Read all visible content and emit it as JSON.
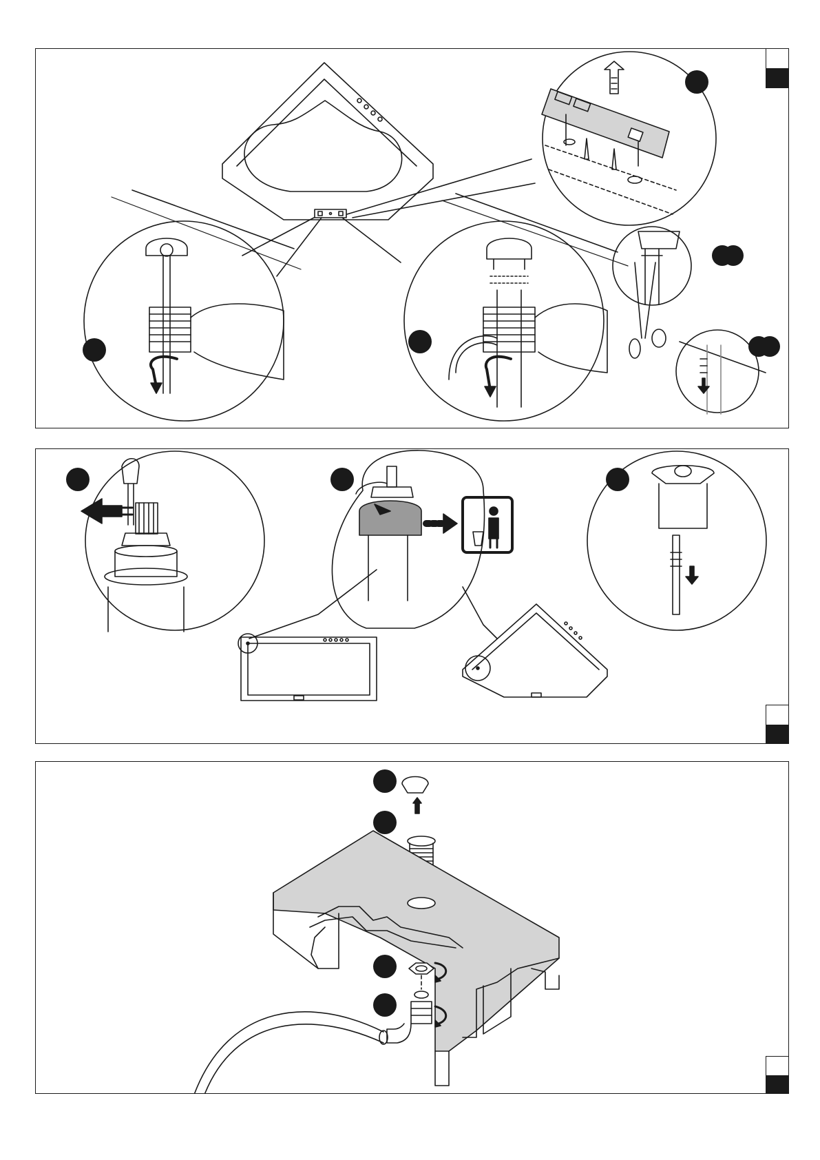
{
  "page": {
    "title": "",
    "panel_count": 3
  },
  "colors": {
    "line": "#1a1a1a",
    "step_marker": "#1a1a1a",
    "part_gray": "#d4d4d4",
    "part_dark": "#9a9a9a",
    "background": "#ffffff"
  },
  "panels": [
    {
      "id": "panel-1",
      "tabs": [
        "white",
        "black"
      ],
      "step_markers": 6,
      "icons": [
        "bathtub-top-view",
        "control-panel-detail",
        "nut-unscrew-left",
        "nut-unscrew-right",
        "scissors-cut-hose",
        "hose-pull-down"
      ]
    },
    {
      "id": "panel-2",
      "tabs": [
        "white",
        "black"
      ],
      "step_markers": 3,
      "icons": [
        "screwdriver-valve",
        "valve-remove-trash",
        "rectangular-tub-outline",
        "corner-tub-outline",
        "valve-rod-insert"
      ]
    },
    {
      "id": "panel-3",
      "tabs": [
        "white",
        "black"
      ],
      "step_markers": 4,
      "icons": [
        "cap-remove-up",
        "threaded-drain-tube",
        "tub-cross-section",
        "hex-nut-rotate",
        "elbow-fitting-rotate",
        "hose"
      ]
    }
  ]
}
